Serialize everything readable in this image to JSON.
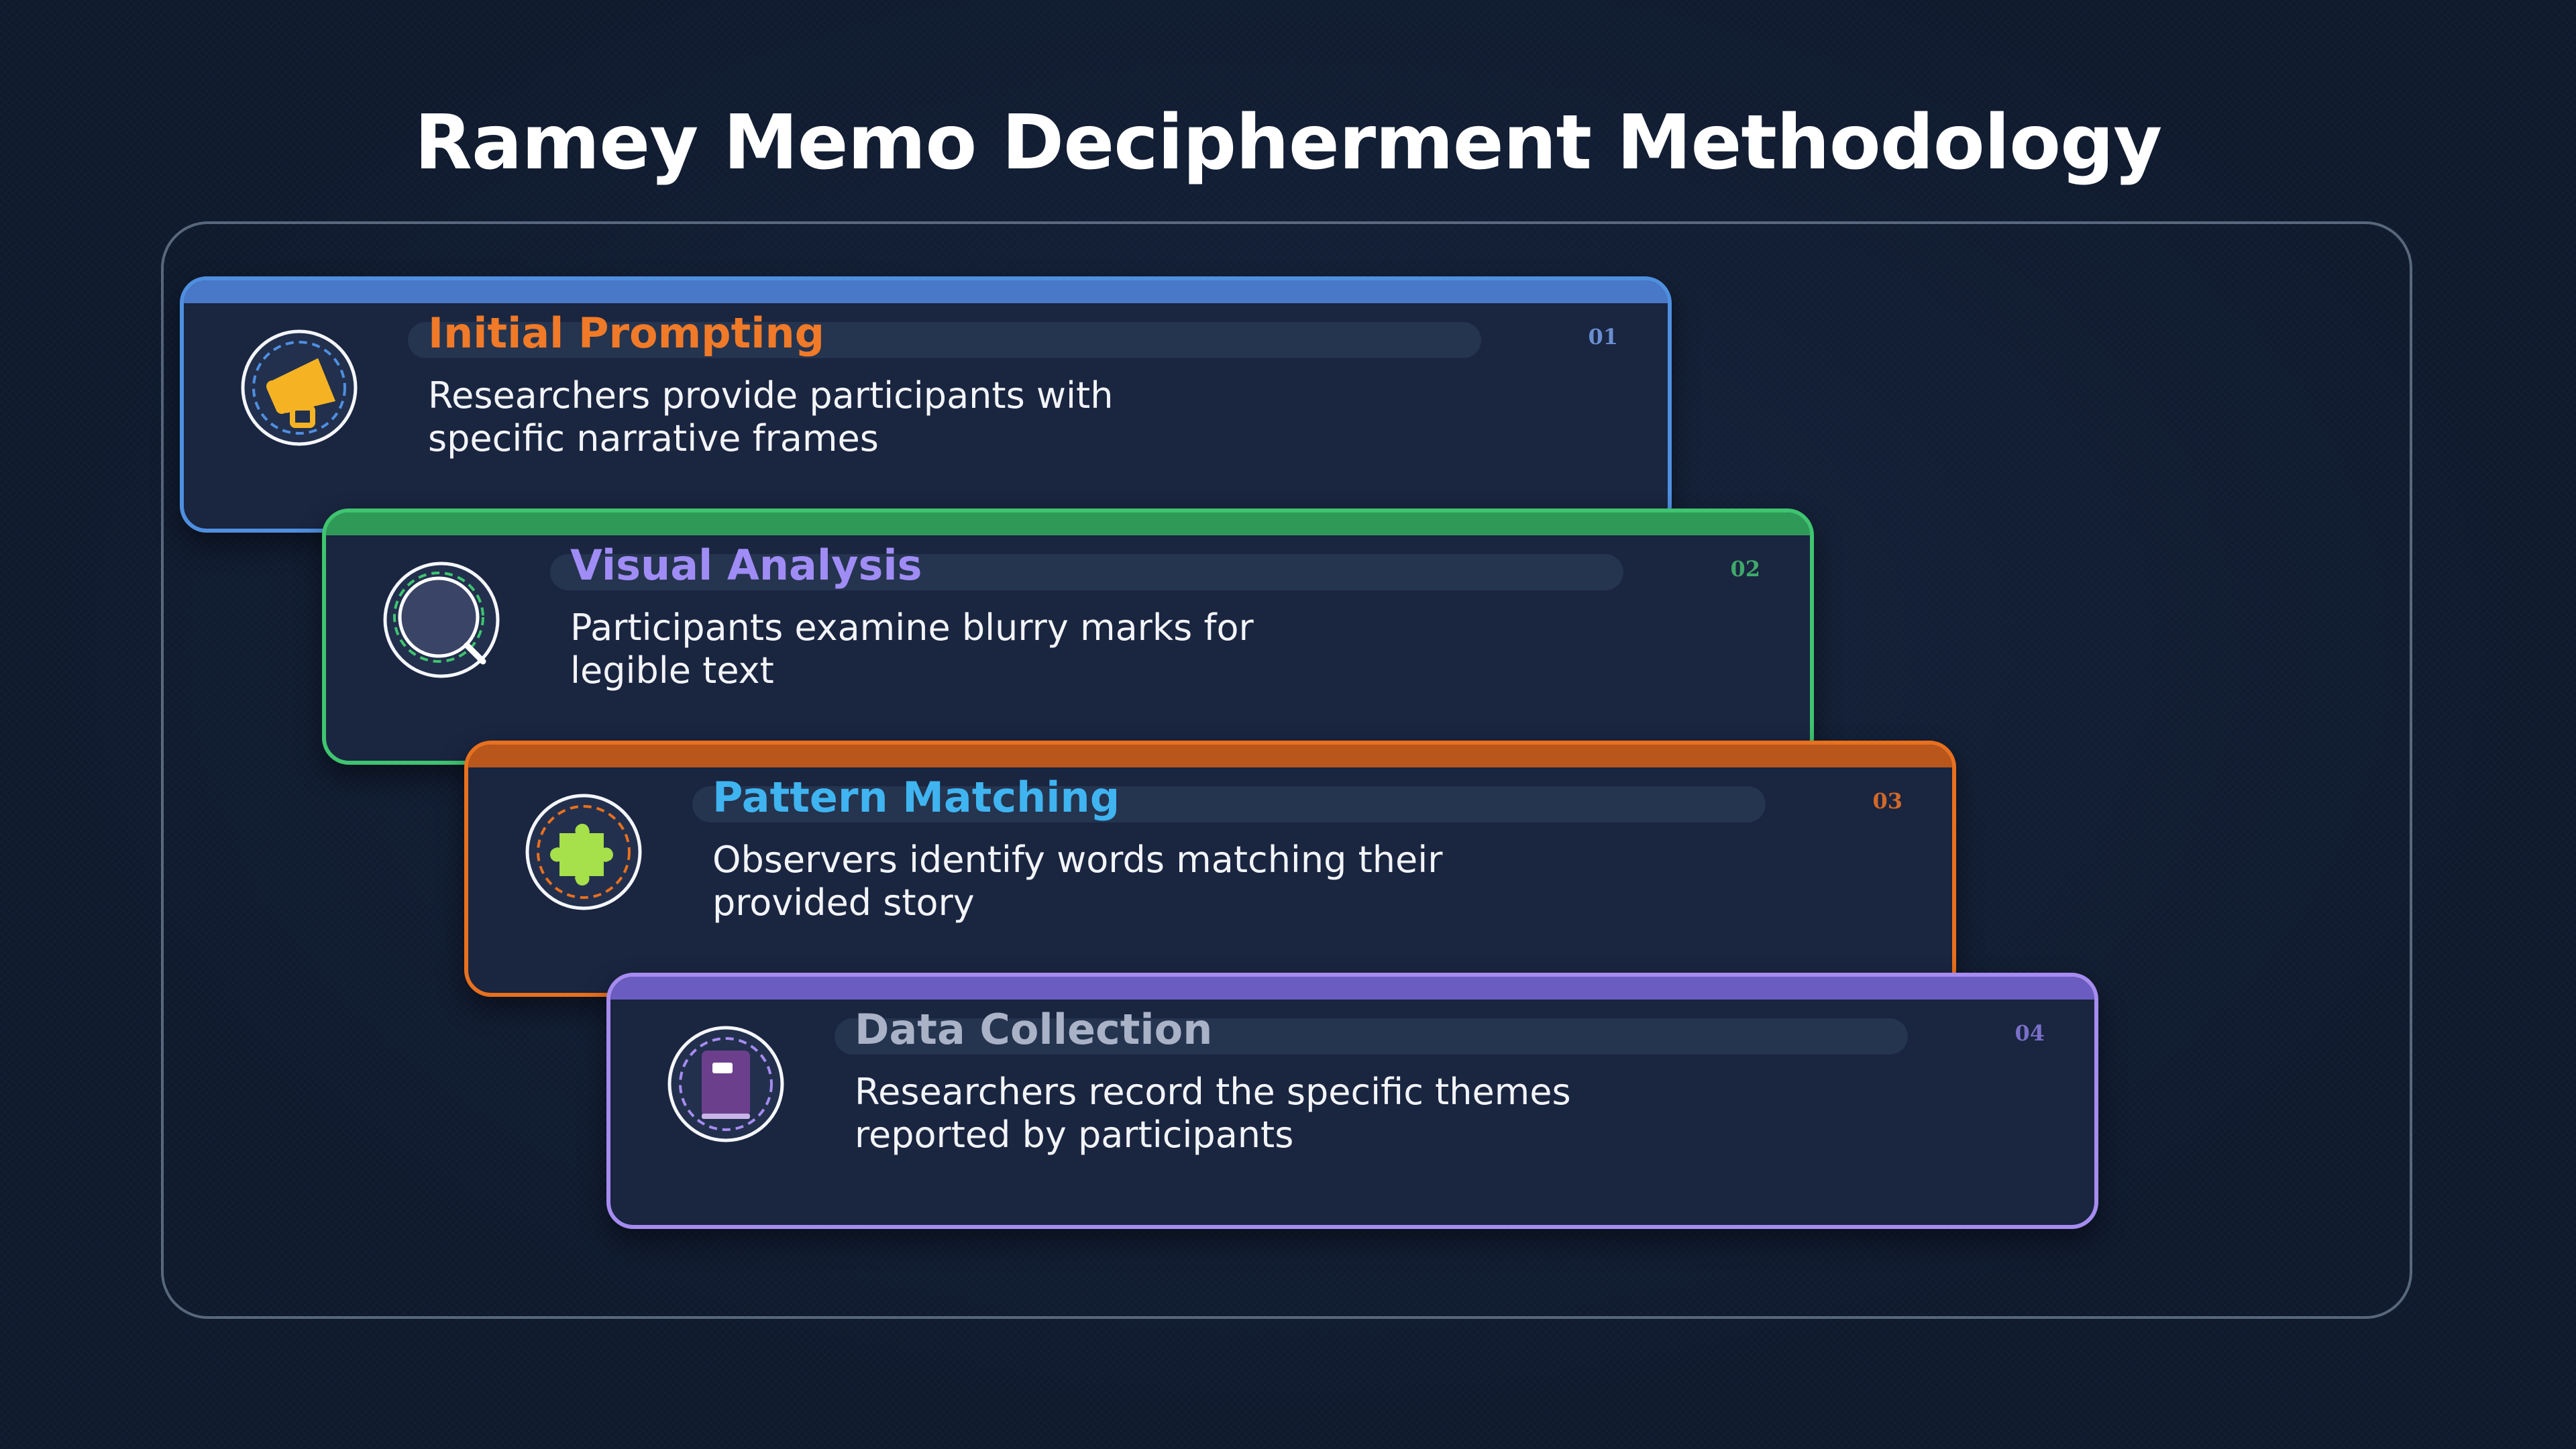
{
  "title": "Ramey Memo Decipherment Methodology",
  "steps": [
    {
      "number": "01",
      "title": "Initial Prompting",
      "description": "Researchers provide participants with specific narrative frames",
      "icon": "megaphone-icon",
      "border_color": "#4f8fe0",
      "bar_color": "#4a78c8",
      "title_color": "#f07a28",
      "number_color": "#6a8fd0"
    },
    {
      "number": "02",
      "title": "Visual Analysis",
      "description": "Participants examine blurry marks for legible text",
      "icon": "magnifier-icon",
      "border_color": "#3fc46f",
      "bar_color": "#2f9a58",
      "title_color": "#a08cf5",
      "number_color": "#3fa86a"
    },
    {
      "number": "03",
      "title": "Pattern Matching",
      "description": "Observers identify words matching their provided story",
      "icon": "puzzle-icon",
      "border_color": "#e8701e",
      "bar_color": "#b8561c",
      "title_color": "#3fb4f0",
      "number_color": "#d0692a"
    },
    {
      "number": "04",
      "title": "Data Collection",
      "description": "Researchers record the specific themes reported by participants",
      "icon": "notebook-icon",
      "border_color": "#a68cf0",
      "bar_color": "#6a5cc0",
      "title_color": "#a9b2c6",
      "number_color": "#7a70c8"
    }
  ]
}
